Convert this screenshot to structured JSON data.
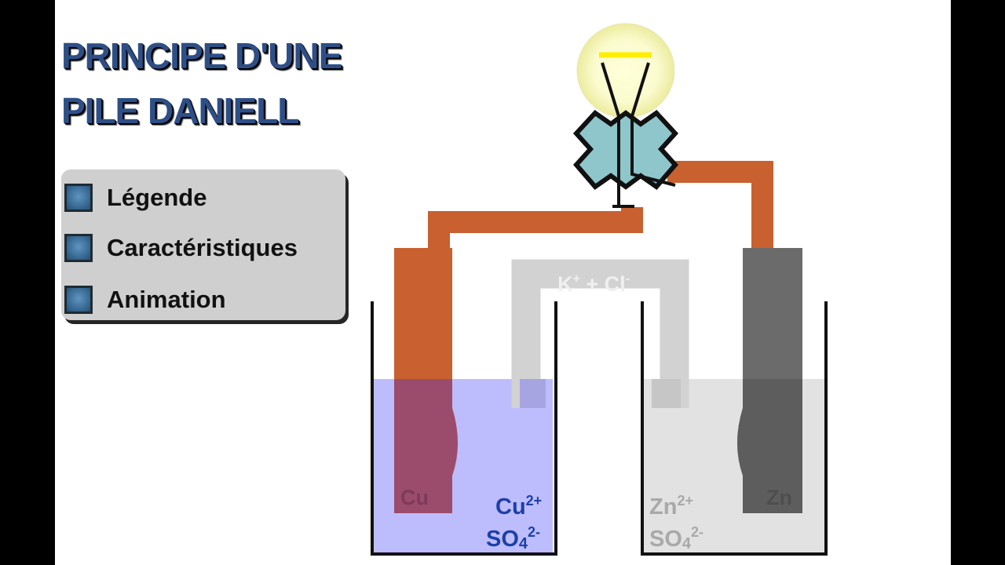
{
  "title": {
    "line1": "PRINCIPE D'UNE",
    "line2": "PILE DANIELL"
  },
  "menu": {
    "items": [
      {
        "label": "Légende",
        "icon": "square-button-icon"
      },
      {
        "label": "Caractéristiques",
        "icon": "square-button-icon"
      },
      {
        "label": "Animation",
        "icon": "square-button-icon"
      }
    ]
  },
  "diagram": {
    "salt_bridge": {
      "k_base": "K",
      "k_charge": "+",
      "plus": " + ",
      "cl_base": "Cl",
      "cl_charge": "-"
    },
    "left_cell": {
      "electrode": "Cu",
      "cation_base": "Cu",
      "cation_charge": "2+",
      "anion_base": "SO",
      "anion_sub": "4",
      "anion_charge": "2-"
    },
    "right_cell": {
      "electrode": "Zn",
      "cation_base": "Zn",
      "cation_charge": "2+",
      "anion_base": "SO",
      "anion_sub": "4",
      "anion_charge": "2-"
    }
  },
  "colors": {
    "copper_wire": "#c8602f",
    "copper_solution": "#bdbdfd",
    "zinc_electrode": "#6b6b6b",
    "zinc_solution": "#e2e2e2",
    "salt_bridge": "#d2d2d2",
    "bulb_socket": "#8ec6cb",
    "filament": "#ffee00",
    "title": "#2e4f86",
    "ion_label_blue": "#1e3fa8"
  }
}
